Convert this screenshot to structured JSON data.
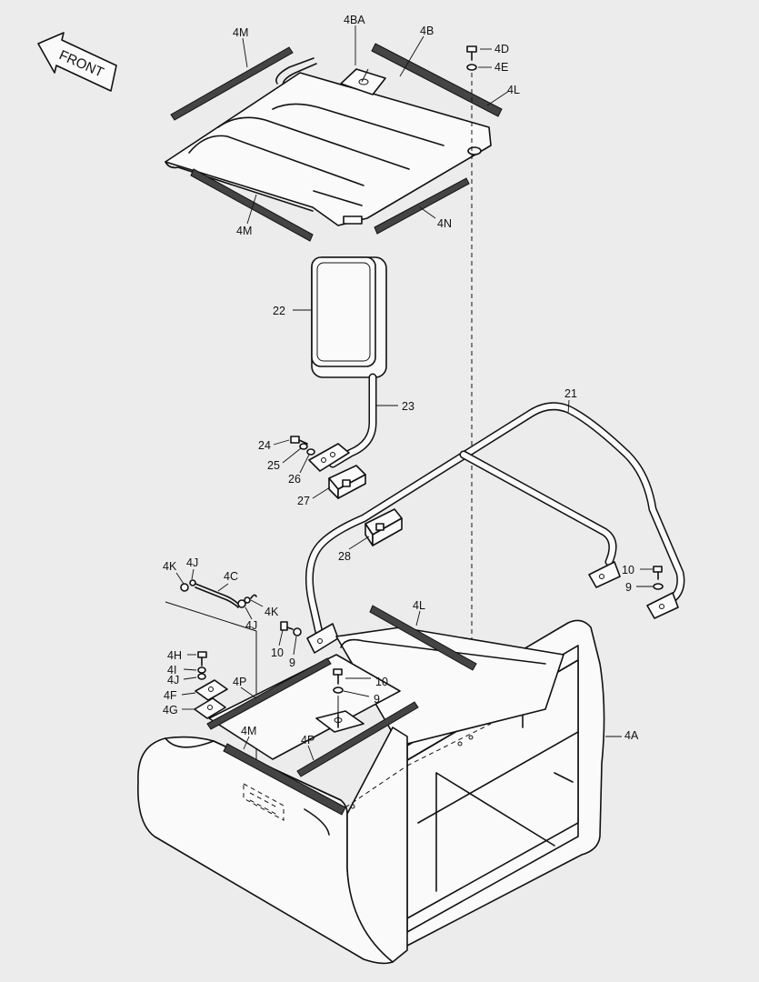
{
  "front_label": "FRONT",
  "labels": {
    "l4M_top": "4M",
    "l4BA": "4BA",
    "l4B": "4B",
    "l4D": "4D",
    "l4E": "4E",
    "l4L_top": "4L",
    "l4M_mid": "4M",
    "l4N": "4N",
    "l22": "22",
    "l23": "23",
    "l21": "21",
    "l24": "24",
    "l25": "25",
    "l26": "26",
    "l27": "27",
    "l28": "28",
    "l10_r": "10",
    "l9_r": "9",
    "l4K_a": "4K",
    "l4J_a": "4J",
    "l4C": "4C",
    "l4K_b": "4K",
    "l4J_b": "4J",
    "l4L_bot": "4L",
    "l10_a": "10",
    "l9_a": "9",
    "l4H": "4H",
    "l4I": "4I",
    "l4J_c": "4J",
    "l4F": "4F",
    "l4G": "4G",
    "l4P_a": "4P",
    "l10_b": "10",
    "l9_b": "9",
    "l4M_bot": "4M",
    "l4P_b": "4P",
    "l4A": "4A"
  },
  "icons": [
    "front-arrow-icon"
  ]
}
